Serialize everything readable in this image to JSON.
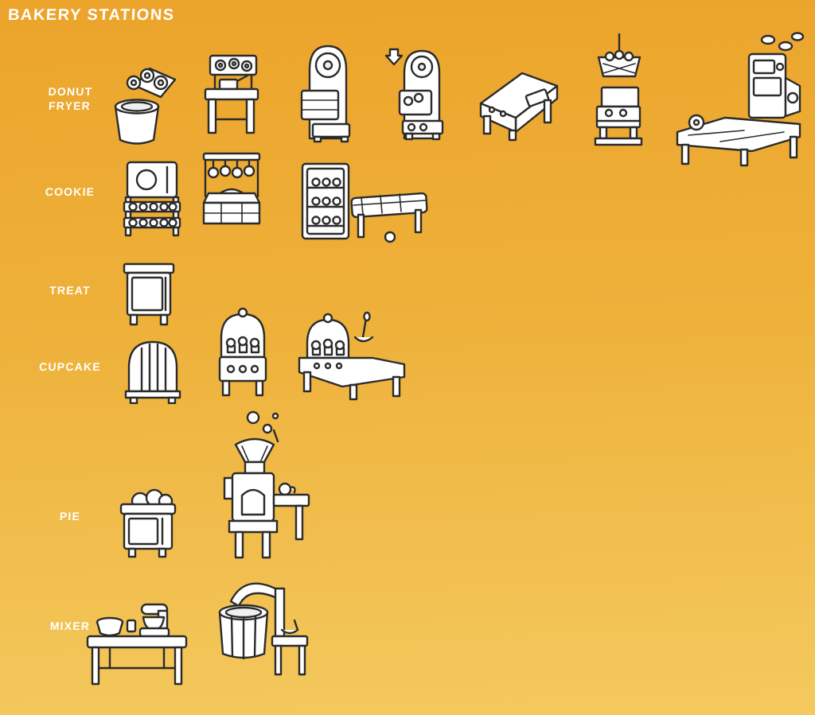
{
  "title": "BAKERY STATIONS",
  "colors": {
    "background_top": "#ECA42B",
    "background_mid": "#EEB13A",
    "background_bottom": "#F4C95E",
    "label_text": "#FFFFFF",
    "sketch_ink": "#2B2B2B",
    "sketch_paper": "#FFFFFF"
  },
  "rows": [
    {
      "label": "DONUT FRYER",
      "items": [
        {
          "name": "basket-pot-fryer-sketch"
        },
        {
          "name": "counter-fryer-sketch"
        },
        {
          "name": "tall-wheel-fryer-sketch"
        },
        {
          "name": "tall-dropper-fryer-sketch"
        },
        {
          "name": "conveyor-fryer-sketch"
        },
        {
          "name": "hanging-basket-stove-sketch"
        },
        {
          "name": "donut-machine-counter-sketch"
        }
      ]
    },
    {
      "label": "COOKIE",
      "items": [
        {
          "name": "cookie-oven-rack-sketch"
        },
        {
          "name": "cookie-hanging-rack-sketch"
        },
        {
          "name": "cookie-cabinet-bed-sketch"
        }
      ]
    },
    {
      "label": "TREAT",
      "items": [
        {
          "name": "treat-oven-sketch"
        }
      ]
    },
    {
      "label": "CUPCAKE",
      "items": [
        {
          "name": "cupcake-dome-oven-sketch"
        },
        {
          "name": "cupcake-display-stand-sketch"
        },
        {
          "name": "cupcake-display-table-sketch"
        }
      ]
    },
    {
      "label": "PIE",
      "items": [
        {
          "name": "pie-oven-sketch"
        },
        {
          "name": "pie-contraption-sketch"
        }
      ]
    },
    {
      "label": "MIXER",
      "items": [
        {
          "name": "mixer-table-sketch"
        },
        {
          "name": "barrel-mixer-sketch"
        }
      ]
    }
  ]
}
